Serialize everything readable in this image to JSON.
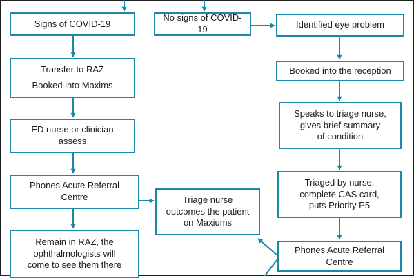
{
  "colors": {
    "line": "#1a86a8",
    "text": "#1c1c1c",
    "frame": "#1f1f1f"
  },
  "nodes": {
    "signs_covid": {
      "lines": [
        "Signs of COVID-19"
      ]
    },
    "no_signs_covid": {
      "lines": [
        "No signs of COVID-19"
      ]
    },
    "eye_problem": {
      "lines": [
        "Identified eye problem"
      ]
    },
    "transfer_raz": {
      "lines": [
        "Transfer to RAZ",
        "Booked into Maxims"
      ]
    },
    "booked_reception": {
      "lines": [
        "Booked into the reception"
      ]
    },
    "ed_nurse": {
      "lines": [
        "ED nurse or clinician",
        "assess"
      ]
    },
    "speaks_triage": {
      "lines": [
        "Speaks to triage nurse,",
        "gives brief summary",
        "of condition"
      ]
    },
    "phones_arc_left": {
      "lines": [
        "Phones Acute Referral",
        "Centre"
      ]
    },
    "triaged_by_nurse": {
      "lines": [
        "Triaged by nurse,",
        "complete CAS card,",
        "puts Priority P5"
      ]
    },
    "triage_outcomes": {
      "lines": [
        "Triage nurse",
        "outcomes the patient",
        "on Maxiums"
      ]
    },
    "remain_raz": {
      "lines": [
        "Remain in RAZ, the",
        "ophthalmologists will",
        "come to see them there"
      ]
    },
    "phones_arc_right": {
      "lines": [
        "Phones Acute Referral",
        "Centre"
      ]
    }
  }
}
